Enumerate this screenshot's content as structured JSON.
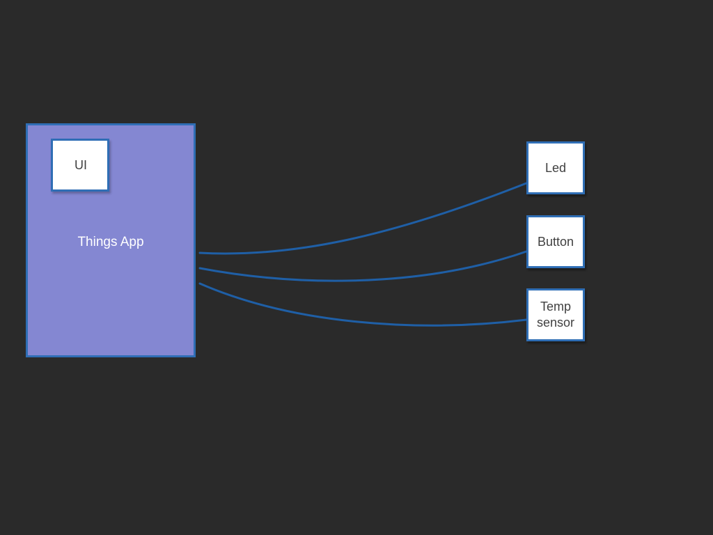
{
  "app": {
    "label": "Things App",
    "ui_label": "UI"
  },
  "devices": [
    {
      "id": "led",
      "label": "Led"
    },
    {
      "id": "button",
      "label": "Button"
    },
    {
      "id": "temp",
      "label": "Temp\nsensor"
    }
  ],
  "colors": {
    "background": "#2a2a2a",
    "app_fill": "#8487d2",
    "border": "#2f6eb5",
    "wire": "#1f5fa6",
    "box_fill": "#ffffff",
    "box_text": "#404040"
  }
}
